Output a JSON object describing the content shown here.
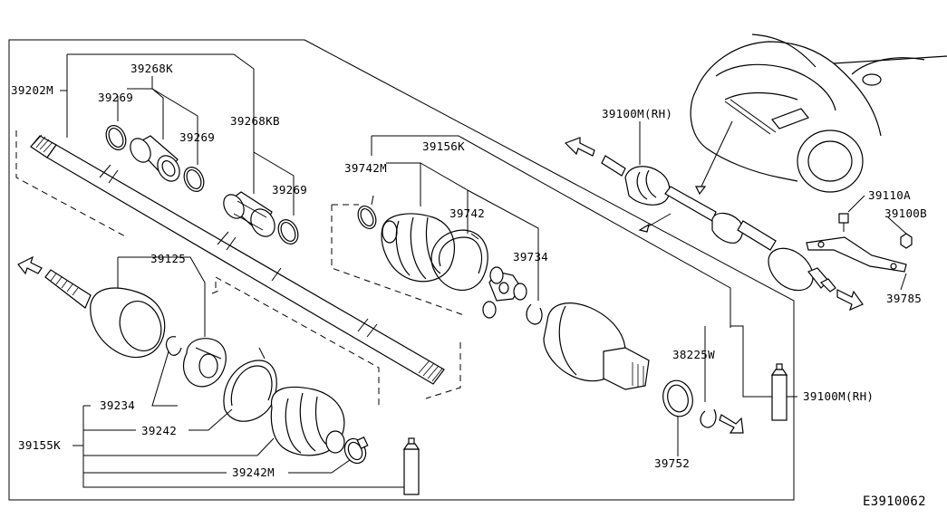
{
  "diagram_code": "E3910062",
  "labels": {
    "p39202M": "39202M",
    "p39268K": "39268K",
    "p39269_a": "39269",
    "p39269_b": "39269",
    "p39268KB": "39268KB",
    "p39269_c": "39269",
    "p39742M": "39742M",
    "p39156K": "39156K",
    "p39742": "39742",
    "p39734": "39734",
    "p39125": "39125",
    "p39234": "39234",
    "p39242": "39242",
    "p39155K": "39155K",
    "p39242M": "39242M",
    "p38225W": "38225W",
    "p39752": "39752",
    "p39100M_rh_top": "39100M(RH)",
    "p39100M_rh_right": "39100M(RH)",
    "p39110A": "39110A",
    "p39100B": "39100B",
    "p39785": "39785"
  }
}
